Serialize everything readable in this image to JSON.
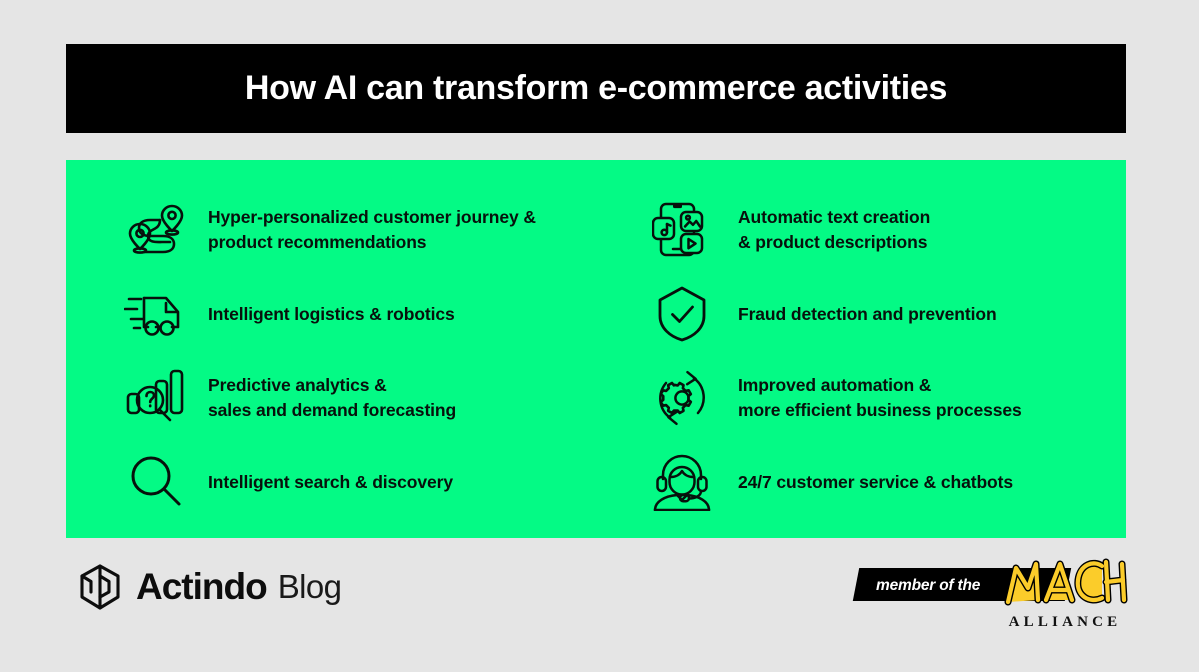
{
  "header": {
    "title": "How AI can transform e-commerce activities"
  },
  "colors": {
    "page_background": "#e5e5e5",
    "title_bar": "#000000",
    "panel_green": "#04fa85",
    "text_dark": "#07110c",
    "mach_yellow": "#fbcc2a"
  },
  "panel": {
    "left_column": [
      {
        "icon": "route-pins-icon",
        "label_line1": "Hyper-personalized customer journey &",
        "label_line2": "product recommendations"
      },
      {
        "icon": "delivery-van-icon",
        "label_line1": "Intelligent logistics & robotics",
        "label_line2": ""
      },
      {
        "icon": "bar-chart-magnifier-icon",
        "label_line1": "Predictive analytics &",
        "label_line2": "sales and demand forecasting"
      },
      {
        "icon": "magnifying-glass-icon",
        "label_line1": "Intelligent search & discovery",
        "label_line2": ""
      }
    ],
    "right_column": [
      {
        "icon": "phone-media-icon",
        "label_line1": "Automatic text creation",
        "label_line2": "& product descriptions"
      },
      {
        "icon": "shield-check-icon",
        "label_line1": "Fraud detection and prevention",
        "label_line2": ""
      },
      {
        "icon": "gear-cycle-icon",
        "label_line1": "Improved automation &",
        "label_line2": "more efficient business processes"
      },
      {
        "icon": "support-agent-icon",
        "label_line1": "24/7 customer service & chatbots",
        "label_line2": ""
      }
    ]
  },
  "footer": {
    "brand_logo_icon": "actindo-cube-icon",
    "brand_name": "Actindo",
    "brand_sub": "Blog",
    "mach_badge": {
      "prefix": "member of the",
      "wordmark": "MACH",
      "alliance": "ALLIANCE"
    }
  }
}
